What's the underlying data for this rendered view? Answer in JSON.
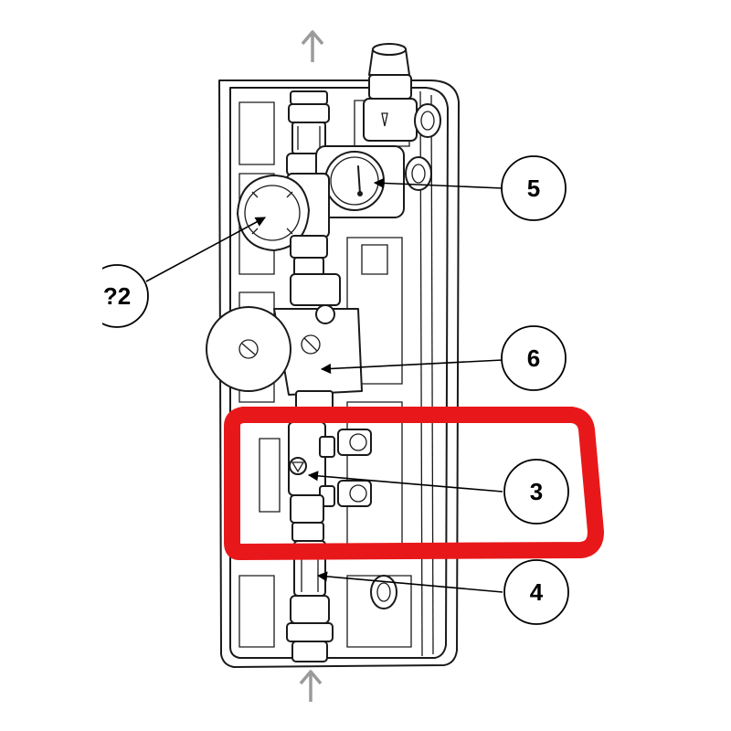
{
  "callouts": [
    {
      "id": "2",
      "label": "?2"
    },
    {
      "id": "5",
      "label": "5"
    },
    {
      "id": "6",
      "label": "6"
    },
    {
      "id": "3",
      "label": "3"
    },
    {
      "id": "4",
      "label": "4"
    }
  ],
  "colors": {
    "highlight": "#e8181a",
    "flow_arrow": "#9a9a9a",
    "outline": "#1a1a1a"
  },
  "flow_arrows": [
    "arrow-up-icon",
    "arrow-up-icon"
  ],
  "highlighted_callout": "3"
}
